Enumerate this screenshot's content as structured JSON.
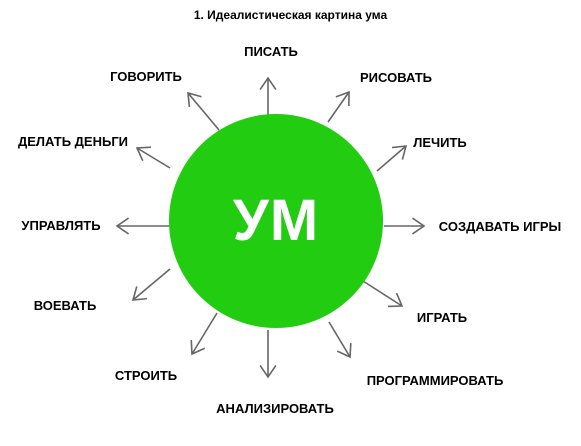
{
  "title": "1. Идеалистическая картина ума",
  "center": {
    "text": "УМ",
    "color": "#22cc11"
  },
  "arrow_color": "#666666",
  "nodes": [
    {
      "id": "pisat",
      "label": "ПИСАТЬ"
    },
    {
      "id": "risovat",
      "label": "РИСОВАТЬ"
    },
    {
      "id": "lechit",
      "label": "ЛЕЧИТЬ"
    },
    {
      "id": "sozdavat-igry",
      "label": "СОЗДАВАТЬ ИГРЫ"
    },
    {
      "id": "igrat",
      "label": "ИГРАТЬ"
    },
    {
      "id": "programmirovat",
      "label": "ПРОГРАММИРОВАТЬ"
    },
    {
      "id": "analizirovat",
      "label": "АНАЛИЗИРОВАТЬ"
    },
    {
      "id": "stroit",
      "label": "СТРОИТЬ"
    },
    {
      "id": "voevat",
      "label": "ВОЕВАТЬ"
    },
    {
      "id": "upravlyat",
      "label": "УПРАВЛЯТЬ"
    },
    {
      "id": "delat-dengi",
      "label": "ДЕЛАТЬ ДЕНЬГИ"
    },
    {
      "id": "govorit",
      "label": "ГОВОРИТЬ"
    }
  ]
}
